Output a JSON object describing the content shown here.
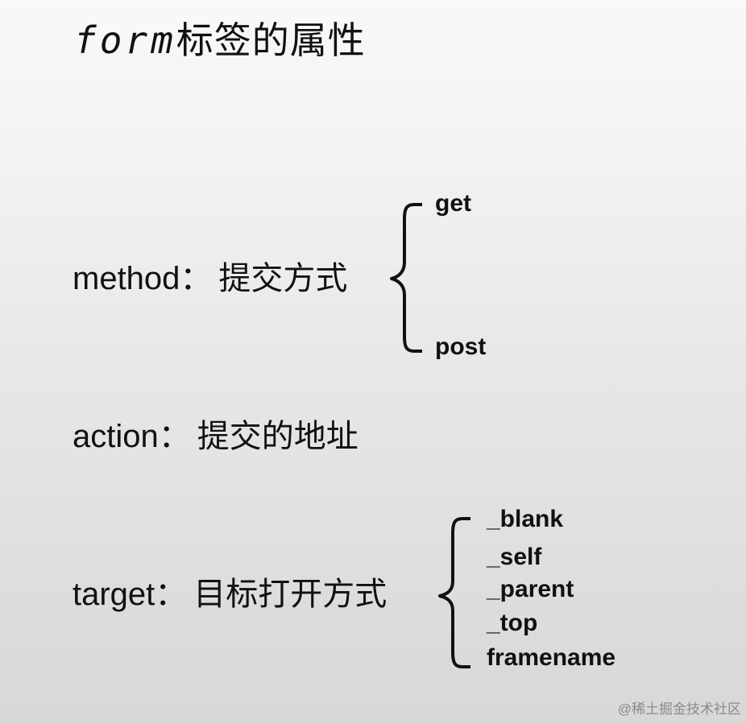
{
  "title": {
    "code_part": "form",
    "text_part": "标签的属性"
  },
  "attributes": [
    {
      "name": "method",
      "separator": "：",
      "description": "提交方式",
      "options": [
        "get",
        "post"
      ]
    },
    {
      "name": "action",
      "separator": "：",
      "description": "提交的地址",
      "options": []
    },
    {
      "name": "target",
      "separator": "：",
      "description": "目标打开方式",
      "options": [
        "_blank",
        "_self",
        "_parent",
        "_top",
        "framename"
      ]
    }
  ],
  "watermark": "@稀土掘金技术社区",
  "colors": {
    "text": "#111111",
    "watermark": "#8a8a8a",
    "background_top": "#f9f9fa",
    "background_bottom": "#d8d8d9"
  }
}
